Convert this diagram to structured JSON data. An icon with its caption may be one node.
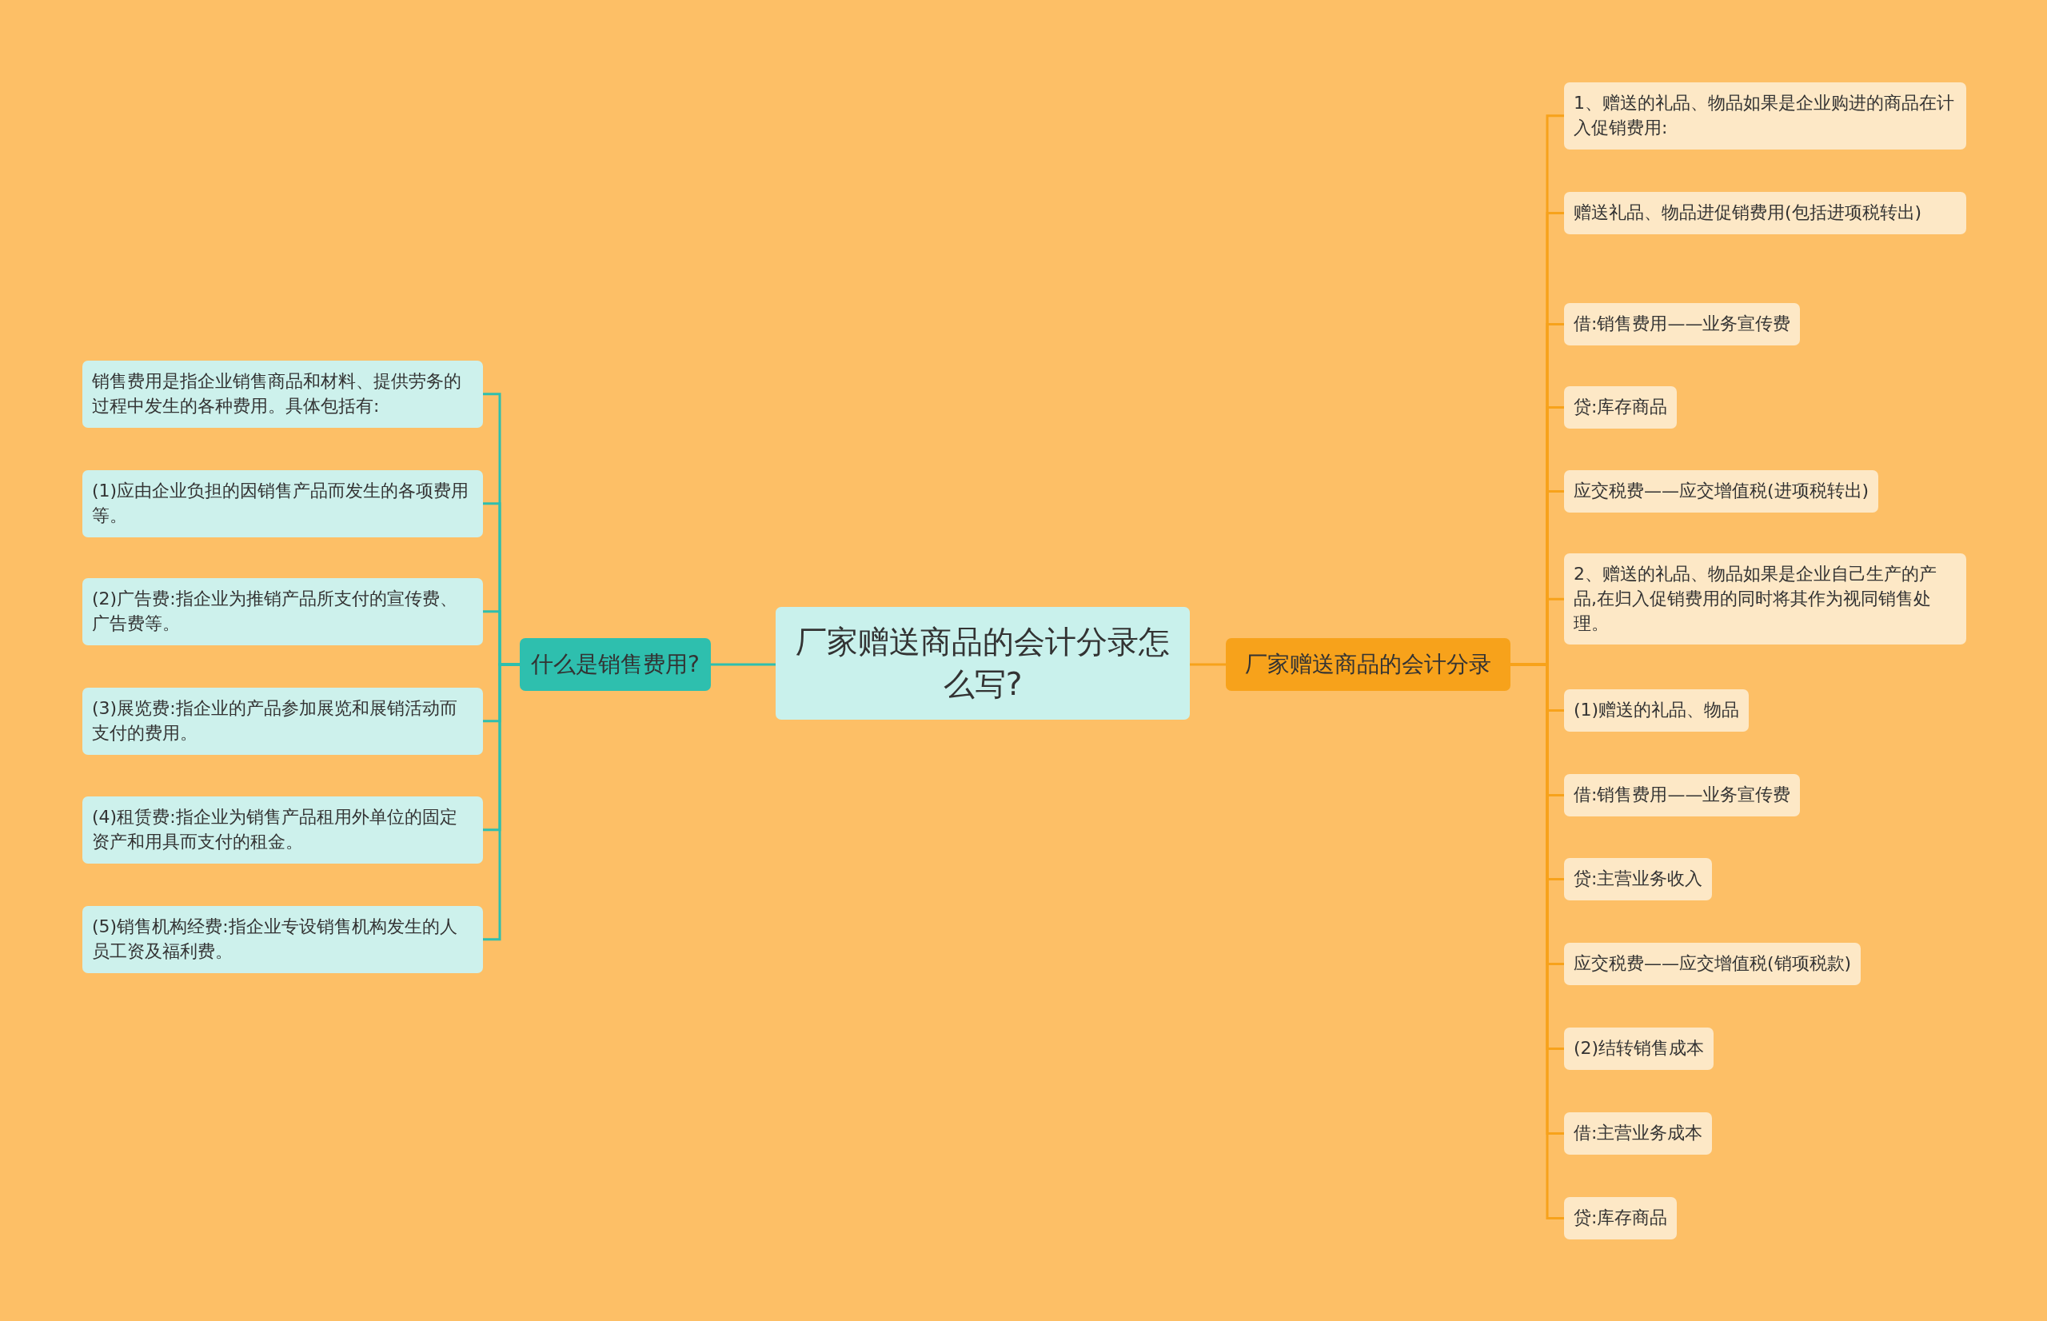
{
  "diagram": {
    "nodes": [
      {
        "text": [
          "厂家赠送商品的会计分录怎么写?"
        ]
      },
      {
        "text": [
          "什么是销售费用?"
        ]
      },
      {
        "text": [
          "销售费用是指企业销售商品和材料、提供劳务的过程中发生的各种费用。具体包括有:"
        ]
      },
      {
        "text": [
          "(1)应由企业负担的因销售产品而发生的各项费用等。"
        ]
      },
      {
        "text": [
          "(2)广告费:指企业为推销产品所支付的宣传费、广告费等。"
        ]
      },
      {
        "text": [
          "(3)展览费:指企业的产品参加展览和展销活动而支付的费用。"
        ]
      },
      {
        "text": [
          "(4)租赁费:指企业为销售产品租用外单位的固定资产和用具而支付的租金。"
        ]
      },
      {
        "text": [
          "(5)销售机构经费:指企业专设销售机构发生的人员工资及福利费。"
        ]
      },
      {
        "text": [
          "厂家赠送商品的会计分录"
        ]
      },
      {
        "text": [
          "1、赠送的礼品、物品如果是企业购进的商品在计入促销费用:"
        ]
      },
      {
        "text": [
          "赠送礼品、物品进促销费用(包括进项税转出)"
        ]
      },
      {
        "text": [
          "借:销售费用——业务宣传费"
        ]
      },
      {
        "text": [
          "贷:库存商品"
        ]
      },
      {
        "text": [
          "应交税费——应交增值税(进项税转出)"
        ]
      },
      {
        "text": [
          "2、赠送的礼品、物品如果是企业自己生产的产品,在归入促销费用的同时将其作为视同销售处理。"
        ]
      },
      {
        "text": [
          "(1)赠送的礼品、物品"
        ]
      },
      {
        "text": [
          "借:销售费用——业务宣传费"
        ]
      },
      {
        "text": [
          "贷:主营业务收入"
        ]
      },
      {
        "text": [
          "应交税费——应交增值税(销项税款)"
        ]
      },
      {
        "text": [
          "(2)结转销售成本"
        ]
      },
      {
        "text": [
          "借:主营业务成本"
        ]
      },
      {
        "text": [
          "贷:库存商品"
        ]
      }
    ],
    "edges": [
      {
        "from": 0,
        "to": 1,
        "arrow": "none",
        "color": "#2ebfae"
      },
      {
        "from": 1,
        "to": 2,
        "arrow": "none",
        "color": "#2ebfae"
      },
      {
        "from": 1,
        "to": 3,
        "arrow": "none",
        "color": "#2ebfae"
      },
      {
        "from": 1,
        "to": 4,
        "arrow": "none",
        "color": "#2ebfae"
      },
      {
        "from": 1,
        "to": 5,
        "arrow": "none",
        "color": "#2ebfae"
      },
      {
        "from": 1,
        "to": 6,
        "arrow": "none",
        "color": "#2ebfae"
      },
      {
        "from": 1,
        "to": 7,
        "arrow": "none",
        "color": "#2ebfae"
      },
      {
        "from": 0,
        "to": 8,
        "arrow": "none"
      },
      {
        "from": 8,
        "to": 9,
        "arrow": "none"
      },
      {
        "from": 8,
        "to": 10,
        "arrow": "none"
      },
      {
        "from": 8,
        "to": 11,
        "arrow": "none"
      },
      {
        "from": 8,
        "to": 12,
        "arrow": "none"
      },
      {
        "from": 8,
        "to": 13,
        "arrow": "none"
      },
      {
        "from": 8,
        "to": 14,
        "arrow": "none"
      },
      {
        "from": 8,
        "to": 15,
        "arrow": "none"
      },
      {
        "from": 8,
        "to": 16,
        "arrow": "none"
      },
      {
        "from": 8,
        "to": 17,
        "arrow": "none"
      },
      {
        "from": 8,
        "to": 18,
        "arrow": "none"
      },
      {
        "from": 8,
        "to": 19,
        "arrow": "none"
      },
      {
        "from": 8,
        "to": 20,
        "arrow": "none"
      },
      {
        "from": 8,
        "to": 21,
        "arrow": "none"
      }
    ]
  }
}
